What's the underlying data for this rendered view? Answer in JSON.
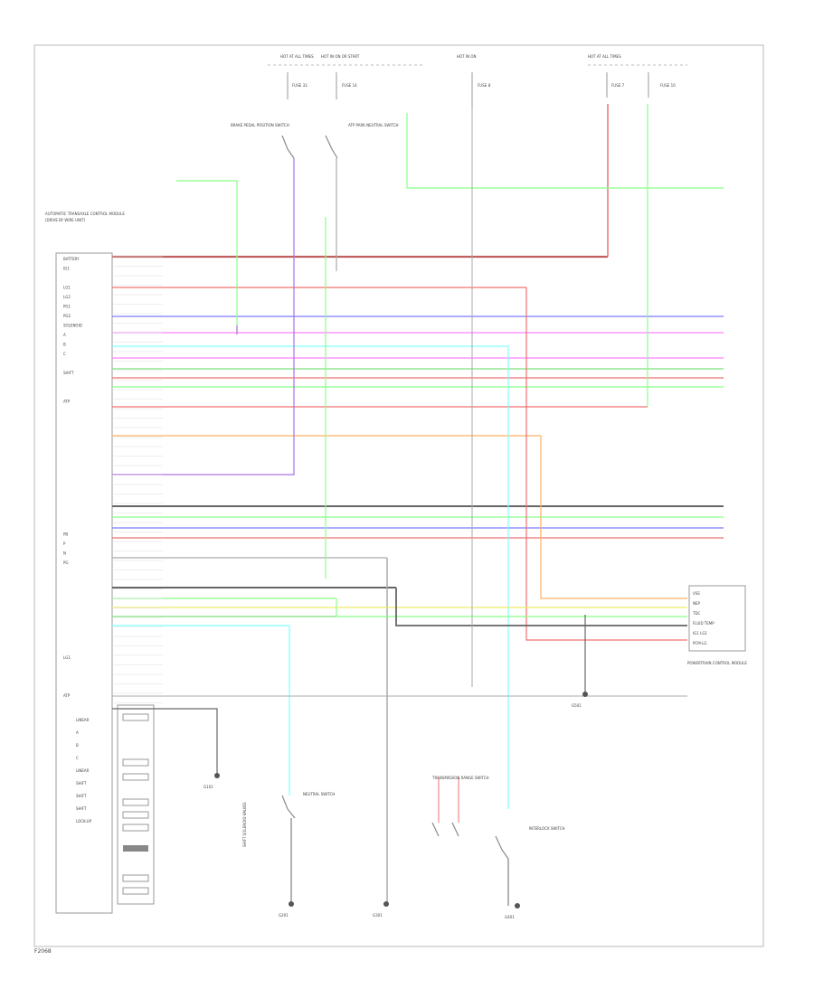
{
  "diagram": {
    "footer_code": "F2068",
    "modules": {
      "control_unit": {
        "title": "AUTOMATIC TRANSAXLE CONTROL MODULE",
        "subtitle": "(DRIVE BY WIRE UNIT)",
        "pins": [
          "BATTERY",
          "IG1",
          "",
          "LG1",
          "LG2",
          "PG1",
          "PG2",
          "SOLENOID",
          "A",
          "B",
          "C",
          "",
          "SHIFT",
          "",
          "",
          "ATP",
          "",
          "",
          "",
          "",
          "",
          "",
          "",
          "",
          "",
          "",
          "",
          "",
          "",
          "PB",
          "P",
          "N",
          "PG",
          "",
          "",
          "",
          "",
          "",
          "",
          "",
          "",
          "",
          "LG1",
          "",
          "",
          "",
          "ATP",
          "",
          "",
          "",
          "",
          "",
          ""
        ]
      },
      "shift_solenoid_box": {
        "title": "SHIFT SOLENOID VALVES",
        "items": [
          "LINEAR",
          "A",
          "B",
          "C",
          "LINEAR",
          "SHIFT",
          "SHIFT",
          "SHIFT",
          "LOCK-UP",
          "",
          "",
          ""
        ]
      },
      "pcm": {
        "title": "POWERTRAIN CONTROL MODULE",
        "pins": [
          "VSS",
          "NEP",
          "TDC",
          "FLUID TEMP",
          "IG1 LG1",
          "PCM-LG"
        ]
      },
      "upper_junctions": [
        "HOT AT ALL TIMES",
        "HOT IN ON OR START",
        "HOT IN ON",
        "HOT AT ALL TIMES"
      ],
      "fuse_labels": [
        "FUSE 33",
        "FUSE 14",
        "FUSE 8",
        "FUSE 7",
        "FUSE 10"
      ],
      "switches": [
        "BRAKE PEDAL POSITION SWITCH",
        "ATP PARK NEUTRAL SWITCH",
        "NEUTRAL SWITCH",
        "INTERLOCK SWITCH",
        "TRANSMISSION RANGE SWITCH"
      ],
      "grounds": [
        "G101",
        "G201",
        "G301",
        "G401",
        "G501"
      ]
    },
    "wire_colors": [
      "RED",
      "WHT",
      "BLU",
      "GRN",
      "YEL",
      "PNK",
      "LT GRN",
      "LT BLU",
      "ORN",
      "BRN",
      "BLK",
      "GRY"
    ]
  }
}
